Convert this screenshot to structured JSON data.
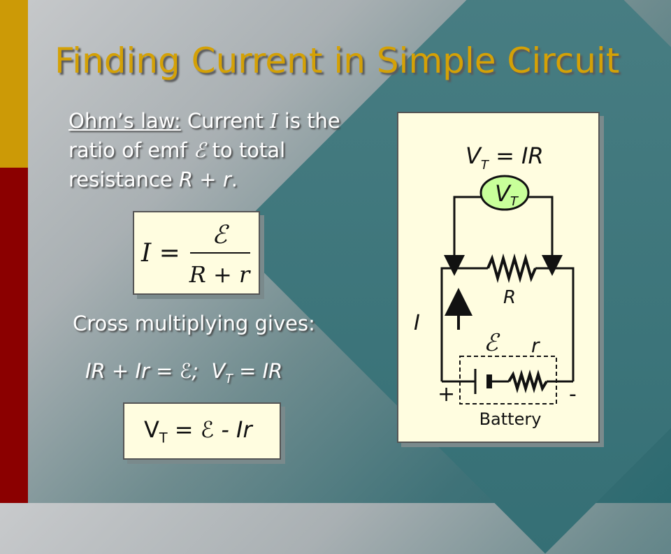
{
  "slide": {
    "title": "Finding Current in Simple Circuit",
    "intro": {
      "ohms_law_label": "Ohm’s law:",
      "part1": " Current ",
      "current_symbol": "I",
      "part2": " is the ratio of emf ",
      "emf_symbol": "ℰ",
      "part3": " to total resistance ",
      "resistance_sum": "R + r",
      "part4": "."
    },
    "cross_multiply_text": "Cross multiplying gives:",
    "ir_equation": {
      "lhs": "IR + Ir = ℰ;",
      "v": "V",
      "sub": "T",
      "rhs": " = IR"
    },
    "formula": {
      "lhs": "I =",
      "numerator": "ℰ",
      "denominator": "R + r"
    },
    "terminal_voltage": {
      "v": "V",
      "sub": "T",
      "rest": " = ℰ - Ir"
    },
    "circuit": {
      "vt_label_v": "V",
      "vt_label_sub": "T",
      "vt_label_rest": " = IR",
      "meter_v": "V",
      "meter_sub": "T",
      "resistor_label": "R",
      "current_label": "I",
      "emf_label": "ℰ",
      "internal_resistance_label": "r",
      "plus_label": "+",
      "minus_label": "-",
      "battery_label": "Battery"
    },
    "colors": {
      "title": "#d4a106",
      "box_fill": "#fffde0",
      "stripe_gold": "#cc9a06",
      "stripe_red": "#8b0000"
    }
  }
}
